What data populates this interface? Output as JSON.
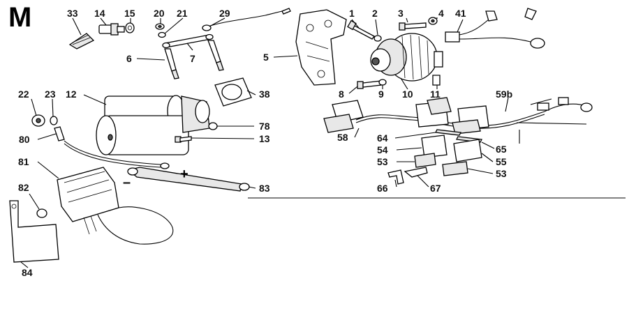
{
  "section_letter": "M",
  "polarity": {
    "plus": "+",
    "minus": "–"
  },
  "callouts": {
    "c33": "33",
    "c14": "14",
    "c15": "15",
    "c20": "20",
    "c21": "21",
    "c29": "29",
    "c1": "1",
    "c2": "2",
    "c3": "3",
    "c4": "4",
    "c41": "41",
    "c6": "6",
    "c7": "7",
    "c5": "5",
    "c22": "22",
    "c23": "23",
    "c12": "12",
    "c38": "38",
    "c8": "8",
    "c9": "9",
    "c10": "10",
    "c11": "11",
    "c59b": "59b",
    "c78": "78",
    "c80": "80",
    "c13": "13",
    "c58": "58",
    "c64": "64",
    "c54": "54",
    "c65": "65",
    "c53a": "53",
    "c55": "55",
    "c53b": "53",
    "c81": "81",
    "c83": "83",
    "c82": "82",
    "c66": "66",
    "c67": "67",
    "c84": "84"
  }
}
